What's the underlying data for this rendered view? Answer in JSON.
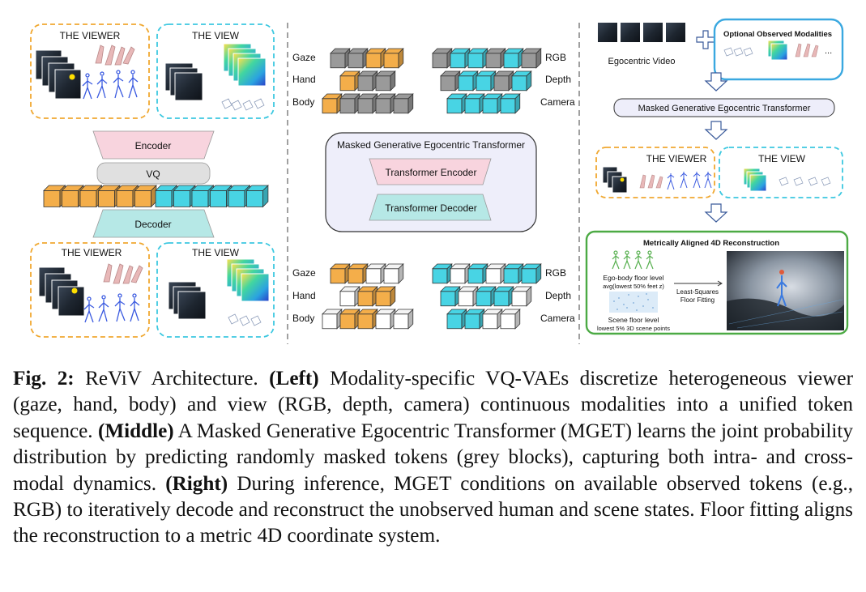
{
  "figure": {
    "left": {
      "top_viewer_label": "THE VIEWER",
      "top_view_label": "THE VIEW",
      "encoder_label": "Encoder",
      "vq_label": "VQ",
      "decoder_label": "Decoder",
      "bottom_viewer_label": "THE VIEWER",
      "bottom_view_label": "THE VIEW"
    },
    "middle": {
      "top_rows": [
        {
          "left_label": "Gaze",
          "right_label": "RGB"
        },
        {
          "left_label": "Hand",
          "right_label": "Depth"
        },
        {
          "left_label": "Body",
          "right_label": "Camera"
        }
      ],
      "mget_title": "Masked Generative Egocentric Transformer",
      "transformer_encoder": "Transformer Encoder",
      "transformer_decoder": "Transformer Decoder",
      "bottom_rows": [
        {
          "left_label": "Gaze",
          "right_label": "RGB"
        },
        {
          "left_label": "Hand",
          "right_label": "Depth"
        },
        {
          "left_label": "Body",
          "right_label": "Camera"
        }
      ]
    },
    "right": {
      "egocentric_video_label": "Egocentric Video",
      "optional_label": "Optional Observed Modalities",
      "optional_ellipsis": "...",
      "mget_label": "Masked Generative Egocentric Transformer",
      "viewer_label": "THE VIEWER",
      "view_label": "THE VIEW",
      "recon_title": "Metrically Aligned 4D Reconstruction",
      "ego_floor_label": "Ego-body floor level",
      "ego_floor_sub": "avg(lowest 50% feet z)",
      "lsq_label_1": "Least-Squares",
      "lsq_label_2": "Floor Fitting",
      "scene_floor_label": "Scene floor level",
      "scene_floor_sub": "lowest 5% 3D scene points"
    },
    "colors": {
      "viewer_dashed": "#f0a830",
      "view_dashed": "#3cc8e0",
      "token_orange": "#f4ae4a",
      "token_cyan": "#48d4e4",
      "token_grey": "#9a9a9a",
      "encoder_pink": "#f8d4de",
      "decoder_cyan": "#b6e8e6",
      "recon_green": "#4caa44"
    }
  },
  "caption": {
    "fig_label": "Fig. 2:",
    "intro": " ReViV Architecture. ",
    "left_tag": "(Left)",
    "left_text": " Modality-specific VQ-VAEs discretize heterogeneous viewer (gaze, hand, body) and view (RGB, depth, camera) continuous modalities into a unified token sequence. ",
    "middle_tag": "(Middle)",
    "middle_text": " A Masked Generative Egocentric Transformer (MGET) learns the joint probability distribution by predicting randomly masked tokens (grey blocks), capturing both intra- and cross-modal dynamics. ",
    "right_tag": "(Right)",
    "right_text": " During inference, MGET conditions on available observed tokens (e.g., RGB) to iteratively decode and reconstruct the unobserved human and scene states. Floor fitting aligns the reconstruction to a metric 4D coordinate system."
  }
}
